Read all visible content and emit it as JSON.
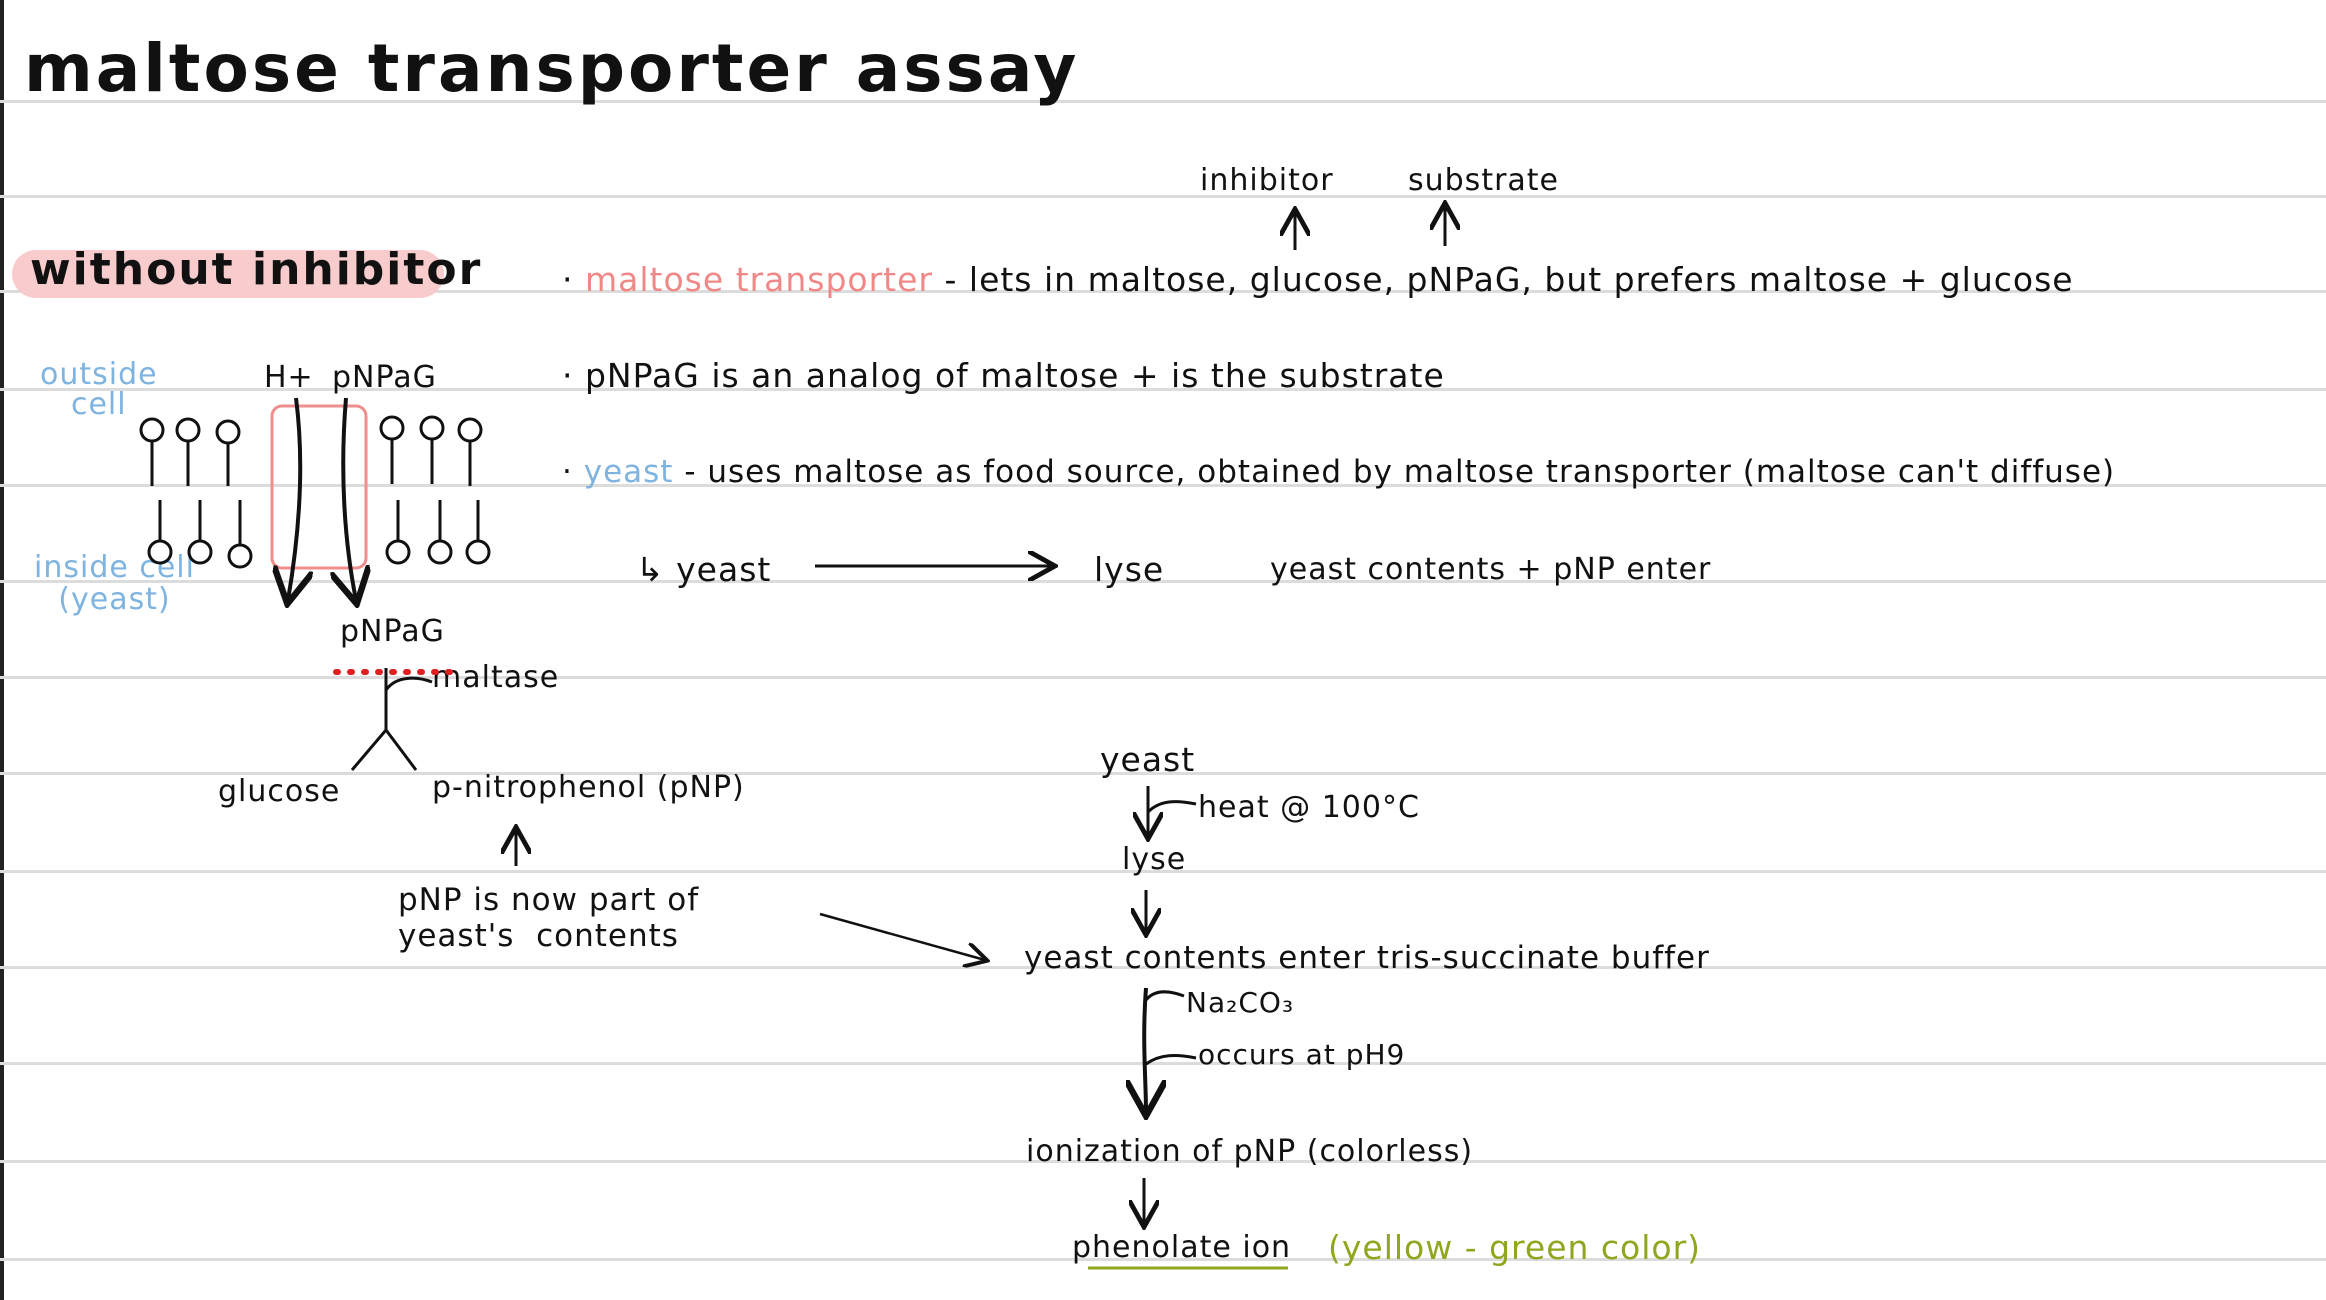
{
  "page": {
    "title": "maltose transporter assay",
    "colors": {
      "rule": "#dcdcdc",
      "highlight": "#f8cccc",
      "blue_note": "#7fb3e0",
      "pink_note": "#f08888",
      "olive_note": "#8fa61e",
      "dots": "#e02020",
      "membrane_box": "#ee8e8e"
    }
  },
  "section": {
    "heading": "without inhibitor"
  },
  "diagram": {
    "outside_label": "outside\ncell",
    "inside_label": "inside cell\n(yeast)",
    "h_plus": "H+",
    "pnpag_top": "pNPaG",
    "pnpag_bottom": "pNPaG",
    "maltase": "maltase",
    "glucose": "glucose",
    "pnp": "p-nitrophenol (pNP)",
    "pnp_note": "pNP is now part of\nyeast's  contents"
  },
  "annotations": {
    "inhibitor": "inhibitor",
    "substrate": "substrate"
  },
  "bullets": [
    {
      "lead": "maltose transporter",
      "text": "- lets in maltose, glucose, pNPaG, but prefers maltose + glucose"
    },
    {
      "lead": "",
      "text": "pNPaG is  an analog of  maltose + is the substrate"
    },
    {
      "lead": "yeast",
      "text": "- uses maltose as food source, obtained by maltose transporter (maltose can't diffuse)"
    }
  ],
  "sub_bullet": {
    "start": "↳ yeast",
    "end": "lyse",
    "note": "yeast contents + pNP  enter"
  },
  "flow": {
    "step1": "yeast",
    "step1_note": "heat @ 100°C",
    "step2": "lyse",
    "step3": "yeast contents  enter tris-succinate buffer",
    "step3_note1": "Na₂CO₃",
    "step3_note2": "occurs at pH9",
    "step4": "ionization of  pNP  (colorless)",
    "step5": "phenolate ion",
    "step5_note": "(yellow - green color)"
  }
}
